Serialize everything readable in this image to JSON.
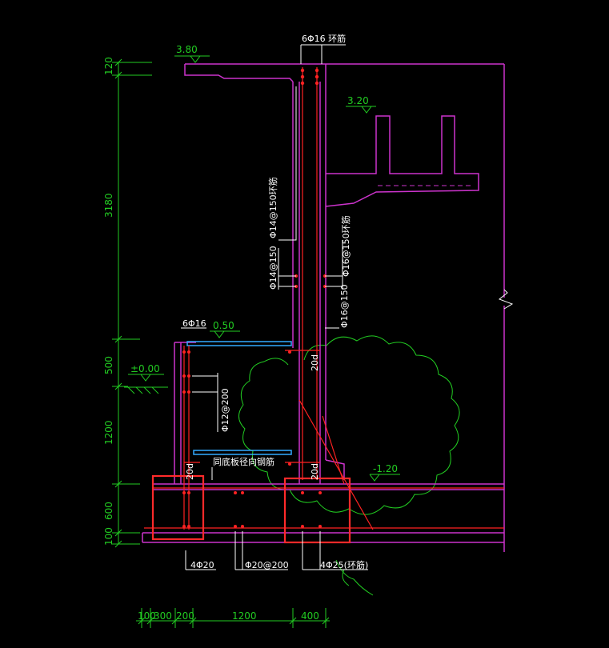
{
  "colors": {
    "background": "#000000",
    "structure": "#cc33cc",
    "rebar": "#ff2222",
    "dimension": "#22cc22",
    "annotation": "#ffffff",
    "slab": "#33aaff",
    "tree": "#22cc22",
    "highlight": "#ff2a2a"
  },
  "elevations": {
    "top": "3.80",
    "upper": "3.20",
    "floor": "0.50",
    "ground": "±0.00",
    "bottom": "-1.20"
  },
  "dims_vertical": [
    "120",
    "3180",
    "500",
    "1200",
    "600",
    "100"
  ],
  "dims_horizontal": [
    "100",
    "300",
    "200",
    "1200",
    "400"
  ],
  "rebar_labels": {
    "top_ring": "6Φ16 环筋",
    "wall_ring": "Φ14@150环筋",
    "wall_left": "Φ14@150",
    "right_ring": "Φ16@150环筋",
    "right_bar": "Φ16@150",
    "left_top": "6Φ16",
    "left_mid": "Φ12@200",
    "base_note": "同底板径向钢筋",
    "anchor_a": "20d",
    "anchor_b": "20d",
    "anchor_c": "20d",
    "bottom_left": "4Φ20",
    "bottom_mid": "Φ20@200",
    "bottom_right": "4Φ25(环筋)"
  }
}
